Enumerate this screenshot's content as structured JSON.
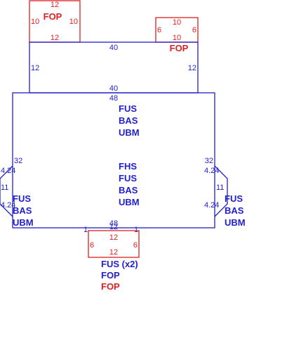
{
  "colors": {
    "blue": "#1f1fcc",
    "red": "#dd1f1f"
  },
  "top_left_box": {
    "dim_top": "12",
    "dim_bottom": "12",
    "dim_left": "10",
    "dim_right": "10",
    "label": "FOP"
  },
  "top_right_box": {
    "dim_top": "10",
    "dim_bottom": "10",
    "dim_left": "6",
    "dim_right": "6",
    "label": "FOP"
  },
  "upper_panel": {
    "dim_top": "40",
    "dim_left": "12",
    "dim_right": "12",
    "dim_bottom": "40"
  },
  "main_panel": {
    "dim_top": "48",
    "top_labels": [
      "FUS",
      "BAS",
      "UBM"
    ],
    "center_labels": [
      "FHS",
      "FUS",
      "BAS",
      "UBM"
    ],
    "dim_left": "32",
    "dim_right": "32",
    "bottom_dims": [
      "48",
      "12",
      "1",
      "1"
    ]
  },
  "left_flap": {
    "dim_top": "4.24",
    "dim_mid": "11",
    "dim_bottom": "4.24",
    "labels": [
      "FUS",
      "BAS",
      "UBM"
    ]
  },
  "right_flap": {
    "dim_top": "4.24",
    "dim_mid": "11",
    "dim_bottom": "4.24",
    "labels": [
      "FUS",
      "BAS",
      "UBM"
    ]
  },
  "bottom_box": {
    "dim_top": "12",
    "dim_bottom": "12",
    "dim_left": "6",
    "dim_right": "6"
  },
  "bottom_labels": [
    "FUS (x2)",
    "FOP",
    "FOP"
  ]
}
